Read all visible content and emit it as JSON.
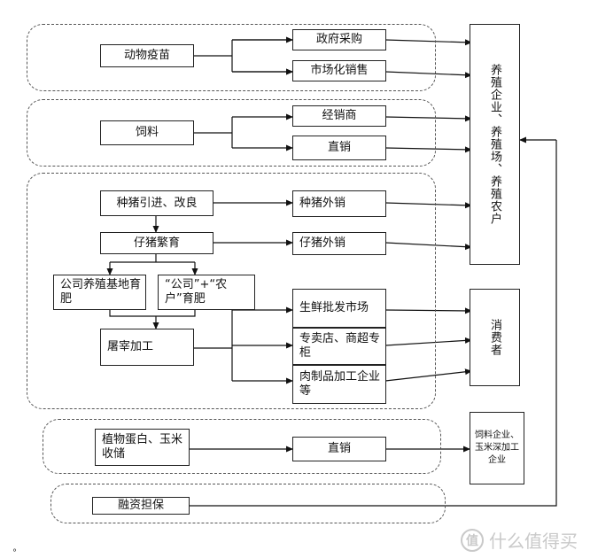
{
  "diagram": {
    "boxes": {
      "vaccine": "动物疫苗",
      "gov_purchase": "政府采购",
      "market_sales": "市场化销售",
      "feed": "饲料",
      "distributor": "经销商",
      "direct_sales_1": "直销",
      "breeding_pig": "种猪引进、改良",
      "breeding_pig_sales": "种猪外销",
      "piglet_breeding": "仔猪繁育",
      "piglet_sales": "仔猪外销",
      "company_fattening": "公司养殖基地育肥",
      "company_farmer": "“公司”+“农户”育肥",
      "slaughter": "屠宰加工",
      "fresh_wholesale": "生鲜批发市场",
      "specialty_store": "专卖店、商超专柜",
      "meat_processing": "肉制品加工企业等",
      "plant_protein": "植物蛋白、玉米收储",
      "direct_sales_2": "直销",
      "financing": "融资担保",
      "farms": "养殖企业、养殖场、养殖农户",
      "consumers": "消费者",
      "feed_corn_companies": "饲料企业、玉米深加工企业"
    }
  },
  "watermark": {
    "icon_char": "值",
    "text": "什么值得买"
  },
  "corner_mark": "°"
}
